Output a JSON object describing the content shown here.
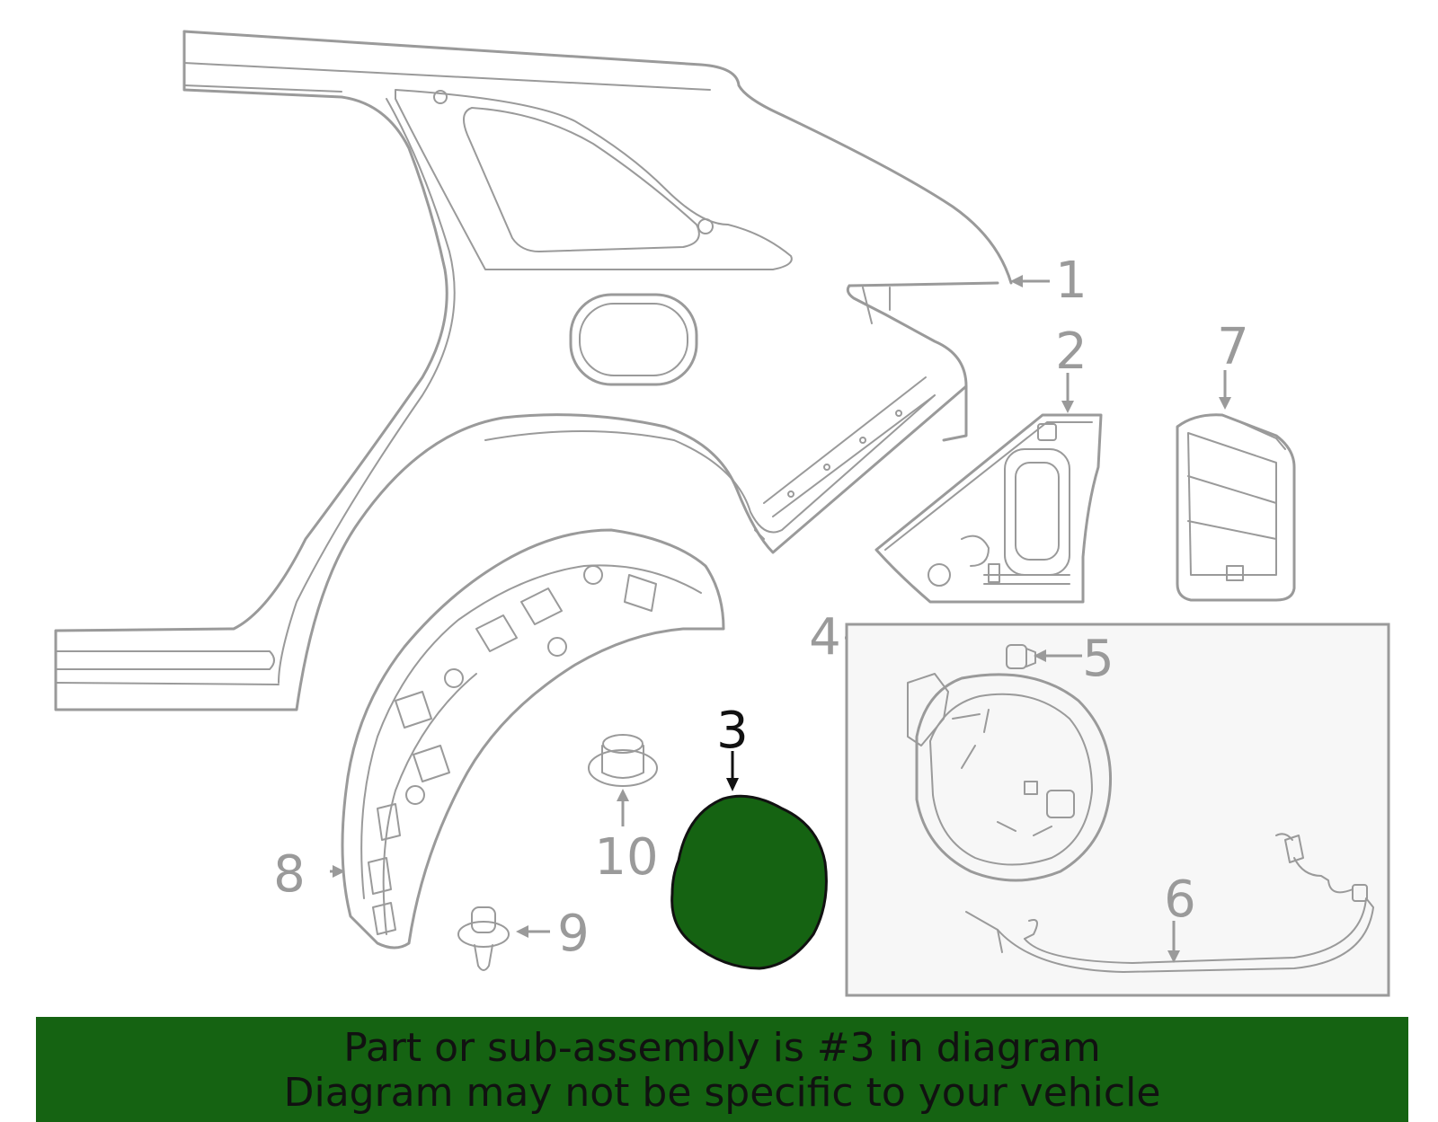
{
  "callouts": [
    {
      "id": "1",
      "text": "1"
    },
    {
      "id": "2",
      "text": "2"
    },
    {
      "id": "3",
      "text": "3"
    },
    {
      "id": "4",
      "text": "4"
    },
    {
      "id": "5",
      "text": "5"
    },
    {
      "id": "6",
      "text": "6"
    },
    {
      "id": "7",
      "text": "7"
    },
    {
      "id": "8",
      "text": "8"
    },
    {
      "id": "9",
      "text": "9"
    },
    {
      "id": "10",
      "text": "10"
    }
  ],
  "highlight": {
    "part_number": "3",
    "color": "#156312",
    "outline": "#111111"
  },
  "colors": {
    "line": "#9a9a9a",
    "subassembly_box_bg": "#f7f7f7",
    "banner": "#156312"
  },
  "banner": {
    "line1": "Part or sub-assembly is #3 in diagram",
    "line2": "Diagram may not be specific to your vehicle"
  }
}
